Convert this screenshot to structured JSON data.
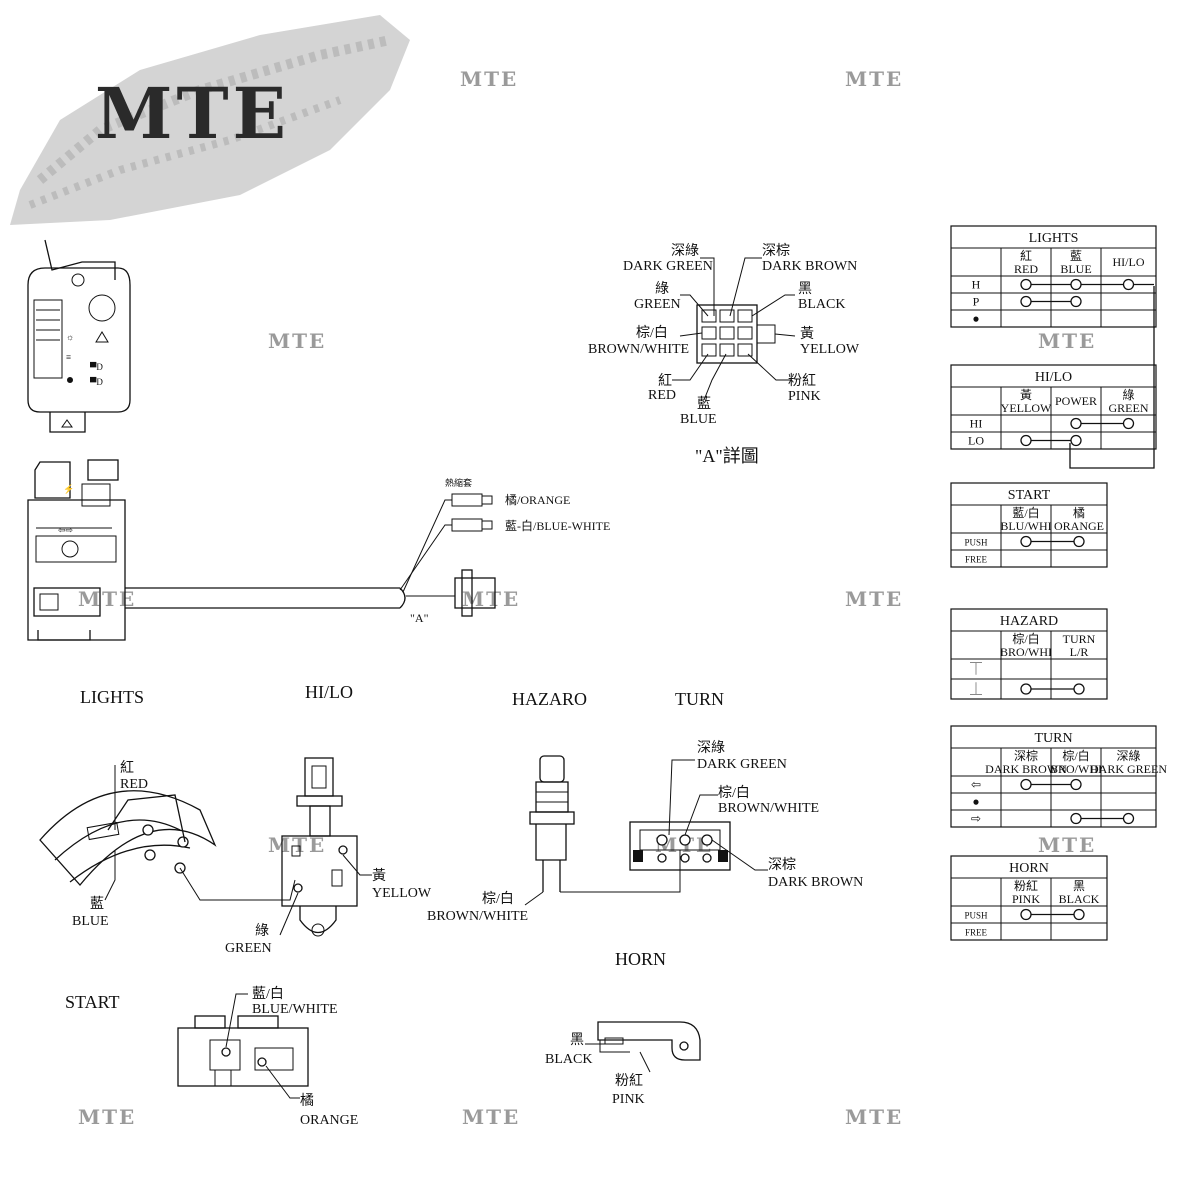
{
  "logo": {
    "text": "MTE"
  },
  "watermark": "MTE",
  "connector_detail": {
    "title": "\"A\"詳圖",
    "dark_green_cn": "深綠",
    "dark_green": "DARK GREEN",
    "dark_brown_cn": "深棕",
    "dark_brown": "DARK BROWN",
    "green_cn": "綠",
    "green": "GREEN",
    "black_cn": "黑",
    "black": "BLACK",
    "brown_white_cn": "棕/白",
    "brown_white": "BROWN/WHITE",
    "yellow_cn": "黃",
    "yellow": "YELLOW",
    "red_cn": "紅",
    "red": "RED",
    "blue_cn": "藍",
    "blue": "BLUE",
    "pink_cn": "粉紅",
    "pink": "PINK"
  },
  "harness": {
    "sleeve": "熱縮套",
    "orange": "橘/ORANGE",
    "blue_white": "藍-白/BLUE-WHITE",
    "a_label": "\"A\""
  },
  "sections": {
    "lights": "LIGHTS",
    "hilo": "HI/LO",
    "hazard": "HAZARO",
    "turn": "TURN",
    "start": "START",
    "horn": "HORN"
  },
  "parts": {
    "lights_red_cn": "紅",
    "lights_red": "RED",
    "lights_blue_cn": "藍",
    "lights_blue": "BLUE",
    "hilo_yellow_cn": "黃",
    "hilo_yellow": "YELLOW",
    "hilo_green_cn": "綠",
    "hilo_green": "GREEN",
    "hazard_bw_cn": "棕/白",
    "hazard_bw": "BROWN/WHITE",
    "turn_dg_cn": "深綠",
    "turn_dg": "DARK GREEN",
    "turn_bw_cn": "棕/白",
    "turn_bw": "BROWN/WHITE",
    "turn_db_cn": "深棕",
    "turn_db": "DARK BROWN",
    "start_bw_cn": "藍/白",
    "start_bw": "BLUE/WHITE",
    "start_or_cn": "橘",
    "start_or": "ORANGE",
    "horn_black_cn": "黑",
    "horn_black": "BLACK",
    "horn_pink_cn": "粉紅",
    "horn_pink": "PINK"
  },
  "tables": {
    "lights": {
      "title": "LIGHTS",
      "cols": [
        "紅\nRED",
        "藍\nBLUE",
        "HI/LO"
      ],
      "rows": [
        "H",
        "P",
        "●"
      ]
    },
    "hilo": {
      "title": "HI/LO",
      "cols": [
        "黃\nYELLOW",
        "POWER",
        "綠\nGREEN"
      ],
      "rows": [
        "HI",
        "LO"
      ]
    },
    "start": {
      "title": "START",
      "cols": [
        "藍/白\nBLU/WHI",
        "橘\nORANGE"
      ],
      "rows": [
        "PUSH",
        "FREE"
      ]
    },
    "hazard": {
      "title": "HAZARD",
      "cols": [
        "棕/白\nBRO/WHI",
        "TURN\nL/R"
      ],
      "rows": [
        "",
        ""
      ]
    },
    "turn": {
      "title": "TURN",
      "cols": [
        "深棕\nDARK BROWN",
        "棕/白\nBRO/WHI",
        "深綠\nDARK GREEN"
      ],
      "rows": [
        "⇦",
        "●",
        "⇨"
      ]
    },
    "horn": {
      "title": "HORN",
      "cols": [
        "粉紅\nPINK",
        "黑\nBLACK"
      ],
      "rows": [
        "PUSH",
        "FREE"
      ]
    }
  }
}
